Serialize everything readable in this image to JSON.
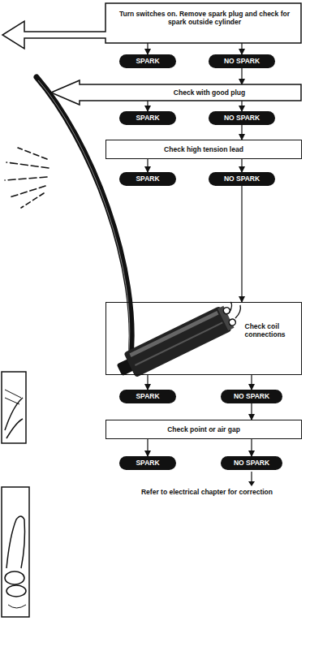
{
  "diagram": {
    "nodes": [
      {
        "text": [
          "Turn switches on. Remove spark plug and check for spark outside cylinder"
        ]
      },
      {
        "text": [
          "SPARK"
        ]
      },
      {
        "text": [
          "NO SPARK"
        ]
      },
      {
        "text": [
          "Check with good plug"
        ]
      },
      {
        "text": [
          "SPARK"
        ]
      },
      {
        "text": [
          "NO SPARK"
        ]
      },
      {
        "text": [
          "Check high tension lead"
        ]
      },
      {
        "text": [
          "SPARK"
        ]
      },
      {
        "text": [
          "NO SPARK"
        ]
      },
      {
        "text": [
          "Check coil connections"
        ]
      },
      {
        "text": [
          "SPARK"
        ]
      },
      {
        "text": [
          "NO SPARK"
        ]
      },
      {
        "text": [
          "Check point or air gap"
        ]
      },
      {
        "text": [
          "SPARK"
        ]
      },
      {
        "text": [
          "NO SPARK"
        ]
      }
    ],
    "edges": [
      {
        "from": 0,
        "to": 1,
        "arrow": "to"
      },
      {
        "from": 0,
        "to": 2,
        "arrow": "to"
      },
      {
        "from": 2,
        "to": 3,
        "arrow": "to"
      },
      {
        "from": 3,
        "to": 4,
        "arrow": "to"
      },
      {
        "from": 3,
        "to": 5,
        "arrow": "to"
      },
      {
        "from": 5,
        "to": 6,
        "arrow": "to"
      },
      {
        "from": 6,
        "to": 7,
        "arrow": "to"
      },
      {
        "from": 6,
        "to": 8,
        "arrow": "to"
      },
      {
        "from": 8,
        "to": 9,
        "arrow": "to"
      },
      {
        "from": 9,
        "to": 10,
        "arrow": "to"
      },
      {
        "from": 9,
        "to": 11,
        "arrow": "to"
      },
      {
        "from": 11,
        "to": 12,
        "arrow": "to"
      },
      {
        "from": 12,
        "to": 13,
        "arrow": "to"
      },
      {
        "from": 12,
        "to": 14,
        "arrow": "to"
      }
    ],
    "labels": [
      "Refer to electrical chapter for correction"
    ]
  }
}
